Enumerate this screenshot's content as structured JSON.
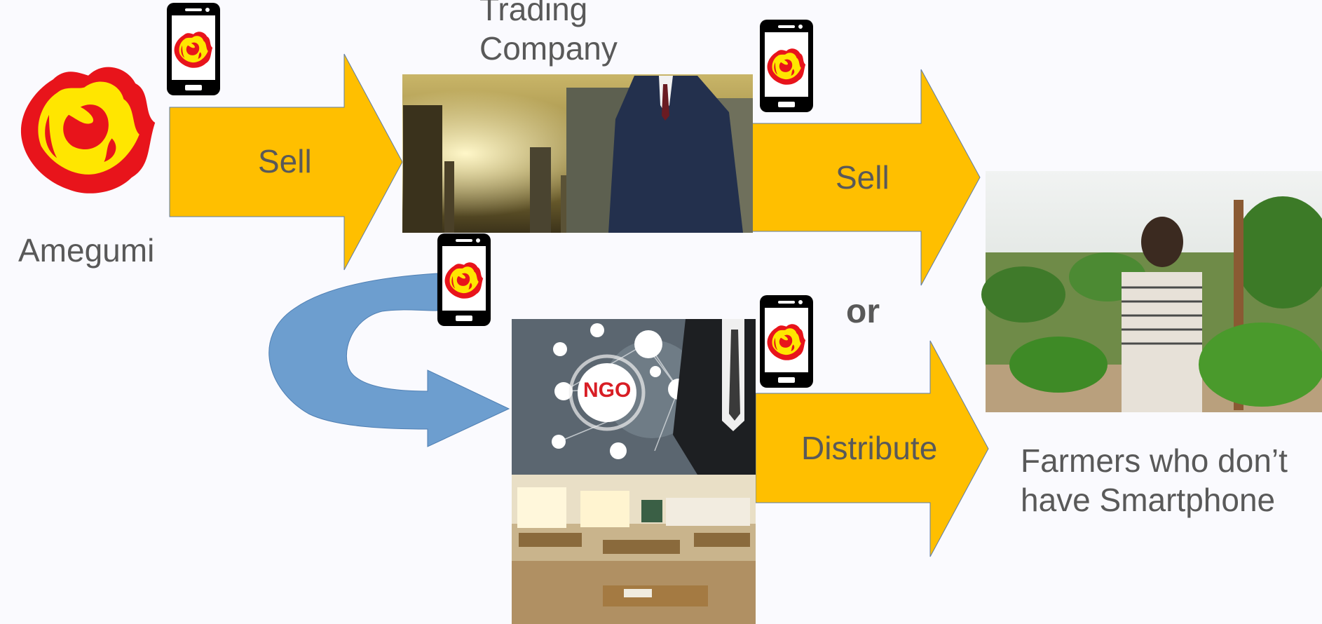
{
  "diagram": {
    "source": {
      "label": "Amegumi"
    },
    "trading_company": {
      "label_line1": "Trading",
      "label_line2": "Company"
    },
    "arrows": {
      "sell_to_company": "Sell",
      "sell_to_farmers": "Sell",
      "distribute": "Distribute"
    },
    "alternative": "or",
    "ngo": {
      "badge": "NGO"
    },
    "farmers": {
      "label_line1": "Farmers who don’t",
      "label_line2": "have Smartphone"
    }
  },
  "colors": {
    "arrow": "#ffbf00",
    "curved_arrow": "#6d9ecf",
    "text": "#595959",
    "logo_red": "#e8141b",
    "logo_yellow": "#ffe600"
  },
  "icons": [
    "amegumi-logo-icon",
    "smartphone-icon"
  ]
}
